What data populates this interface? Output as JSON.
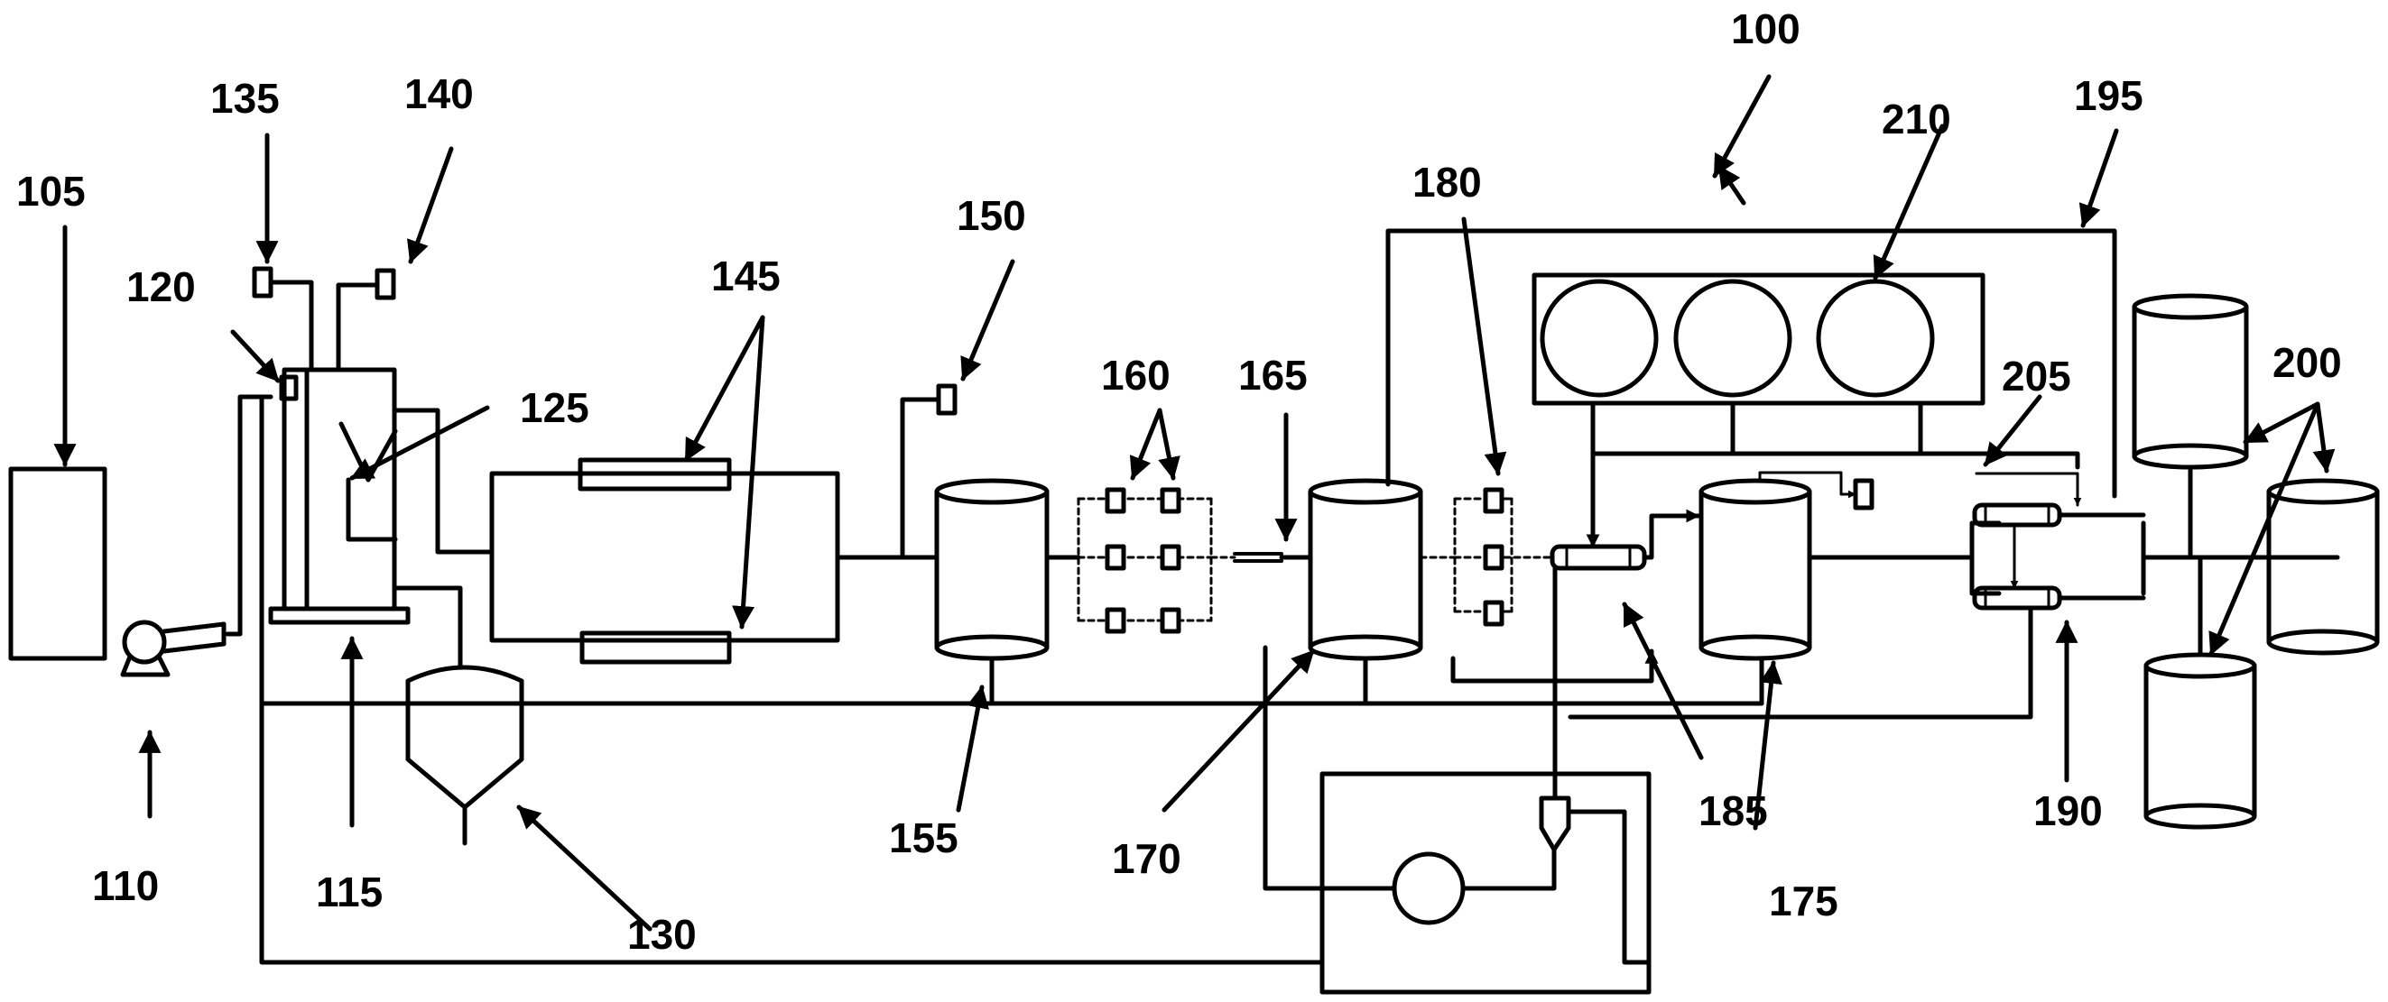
{
  "diagram": {
    "labels": {
      "l100": "100",
      "l105": "105",
      "l110": "110",
      "l115": "115",
      "l120": "120",
      "l125": "125",
      "l130": "130",
      "l135": "135",
      "l140": "140",
      "l145": "145",
      "l150": "150",
      "l155": "155",
      "l160": "160",
      "l165": "165",
      "l170": "170",
      "l175": "175",
      "l180": "180",
      "l185": "185",
      "l190": "190",
      "l195": "195",
      "l200": "200",
      "l205": "205",
      "l210": "210"
    },
    "colors": {
      "line": "#000000",
      "background": "#ffffff"
    }
  }
}
